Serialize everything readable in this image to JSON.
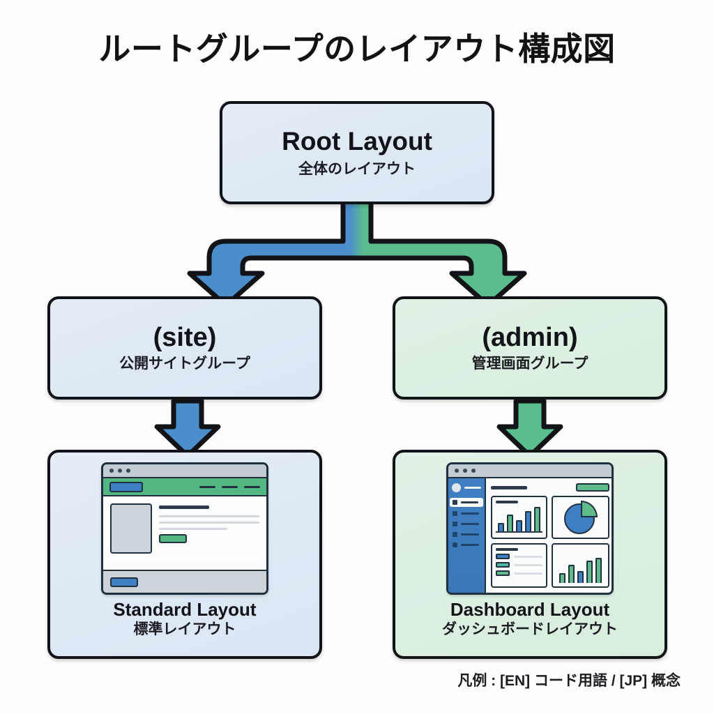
{
  "title": "ルートグループのレイアウト構成図",
  "legend": "凡例 : [EN] コード用語 / [JP] 概念",
  "colors": {
    "background": "#fdfdfd",
    "outline": "#111318",
    "blue_fill": "#dde8f3",
    "green_fill": "#dcefe1",
    "blue_accent": "#4a8fcb",
    "green_accent": "#5bbd8d",
    "mock_outline": "#20303f"
  },
  "nodes": {
    "root": {
      "title": "Root Layout",
      "subtitle": "全体のレイアウト",
      "variant": "blue"
    },
    "site_group": {
      "title": "(site)",
      "subtitle": "公開サイトグループ",
      "variant": "blue"
    },
    "admin_group": {
      "title": "(admin)",
      "subtitle": "管理画面グループ",
      "variant": "green"
    },
    "standard_layout": {
      "title": "Standard Layout",
      "subtitle": "標準レイアウト",
      "variant": "blue"
    },
    "dashboard_layout": {
      "title": "Dashboard Layout",
      "subtitle": "ダッシュボードレイアウト",
      "variant": "green"
    }
  },
  "connectors": [
    {
      "name": "root-to-site",
      "color": "#4a8fcb",
      "direction": "down-left"
    },
    {
      "name": "root-to-admin",
      "color": "#5bbd8d",
      "direction": "down-right"
    },
    {
      "name": "site-to-standard",
      "color": "#4a8fcb",
      "direction": "down"
    },
    {
      "name": "admin-to-dashboard",
      "color": "#5bbd8d",
      "direction": "down"
    }
  ],
  "mockups": {
    "standard": {
      "name": "standard-site-mockup",
      "window_dots": 3,
      "nav_bar_color": "#52b782",
      "nav_links": 3,
      "logo_color": "#3e7fc4",
      "hero_placeholder": true,
      "text_lines": 3,
      "cta_color": "#52b782",
      "footer_button_color": "#3e7fc4"
    },
    "dashboard": {
      "name": "admin-dashboard-mockup",
      "window_dots": 3,
      "sidebar_color": "#3f7fc2",
      "sidebar_items": 5,
      "action_button_color": "#5fbb8c",
      "cards": [
        {
          "name": "bar-chart-card",
          "type": "bar",
          "values": [
            34,
            64,
            44,
            76,
            92
          ],
          "colors": [
            "#3e7fc4",
            "#5fbb8c",
            "#3e7fc4",
            "#3e7fc4",
            "#5fbb8c"
          ]
        },
        {
          "name": "pie-chart-card",
          "type": "pie",
          "slices": [
            75,
            25
          ],
          "colors": [
            "#3e7fc4",
            "#5fbb8c"
          ]
        },
        {
          "name": "list-card",
          "type": "list",
          "rows": 3,
          "chip_colors": [
            "#3e7fc4",
            "#4fb5a0",
            "#5fbb8c"
          ]
        },
        {
          "name": "bar-chart-card-2",
          "type": "bar",
          "values": [
            40,
            70,
            48,
            88,
            96
          ],
          "colors": [
            "#5fbb8c",
            "#5fbb8c",
            "#3e7fc4",
            "#5fbb8c",
            "#5fbb8c"
          ]
        }
      ]
    }
  }
}
